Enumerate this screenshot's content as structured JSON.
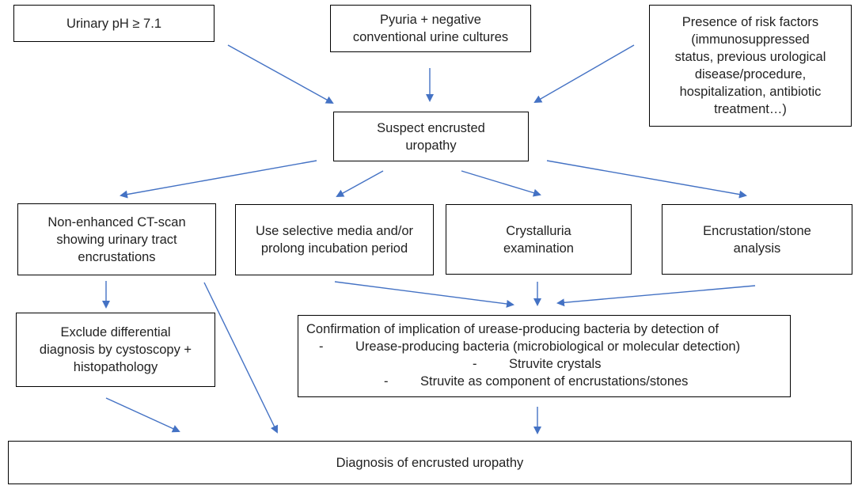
{
  "boxes": {
    "urinary_ph": "Urinary pH ≥ 7.1",
    "pyuria": [
      "Pyuria + negative",
      "conventional urine cultures"
    ],
    "risk_factors": [
      "Presence of risk factors",
      "(immunosuppressed",
      "status, previous urological",
      "disease/procedure,",
      "hospitalization, antibiotic",
      "treatment…)"
    ],
    "suspect": [
      "Suspect encrusted",
      "uropathy"
    ],
    "ct_scan": [
      "Non-enhanced CT-scan",
      "showing urinary tract",
      "encrustations"
    ],
    "selective_media": [
      "Use selective media and/or",
      "prolong incubation period"
    ],
    "crystalluria": [
      "Crystalluria",
      "examination"
    ],
    "stone_analysis": [
      "Encrustation/stone",
      "analysis"
    ],
    "exclude": [
      "Exclude differential",
      "diagnosis by cystoscopy +",
      "histopathology"
    ],
    "confirmation": {
      "heading": "Confirmation of implication of urease-producing bacteria by detection of",
      "bullets": [
        "Urease-producing bacteria (microbiological or molecular detection)",
        "Struvite crystals",
        "Struvite as component of encrustations/stones"
      ],
      "bullet_marker": "-"
    },
    "diagnosis": "Diagnosis of encrusted uropathy"
  },
  "colors": {
    "arrow": "#4472C4",
    "border": "#000000",
    "text": "#222222"
  }
}
